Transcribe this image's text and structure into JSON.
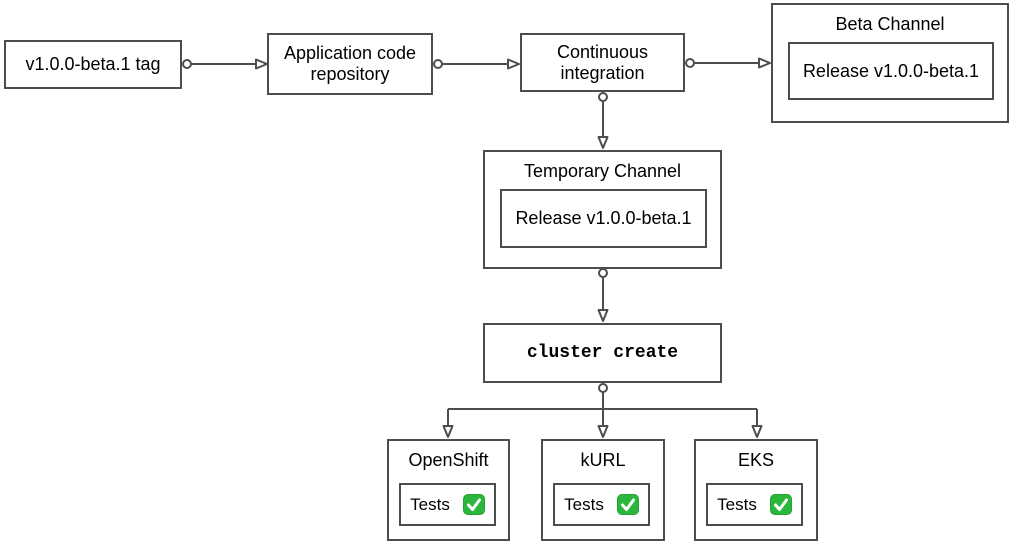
{
  "nodes": {
    "tag": {
      "label": "v1.0.0-beta.1 tag"
    },
    "repo": {
      "label": "Application code repository"
    },
    "ci": {
      "label": "Continuous integration"
    },
    "beta_channel": {
      "title": "Beta Channel",
      "release_label": "Release v1.0.0-beta.1"
    },
    "temporary_channel": {
      "title": "Temporary Channel",
      "release_label": "Release v1.0.0-beta.1"
    },
    "cluster_create": {
      "label": "cluster create"
    },
    "openshift": {
      "title": "OpenShift",
      "tests_label": "Tests",
      "status_icon": "check-mark-button"
    },
    "kurl": {
      "title": "kURL",
      "tests_label": "Tests",
      "status_icon": "check-mark-button"
    },
    "eks": {
      "title": "EKS",
      "tests_label": "Tests",
      "status_icon": "check-mark-button"
    }
  },
  "edges": [
    {
      "from": "tag",
      "to": "repo"
    },
    {
      "from": "repo",
      "to": "ci"
    },
    {
      "from": "ci",
      "to": "beta_channel"
    },
    {
      "from": "ci",
      "to": "temporary_channel"
    },
    {
      "from": "temporary_channel",
      "to": "cluster_create"
    },
    {
      "from": "cluster_create",
      "to": "openshift"
    },
    {
      "from": "cluster_create",
      "to": "kurl"
    },
    {
      "from": "cluster_create",
      "to": "eks"
    }
  ],
  "colors": {
    "background": "#ffffff",
    "box_border": "#4d4d4d",
    "connector": "#4d4d4d",
    "text": "#000000",
    "check_green": "#2bb73b",
    "check_mark": "#ffffff"
  }
}
